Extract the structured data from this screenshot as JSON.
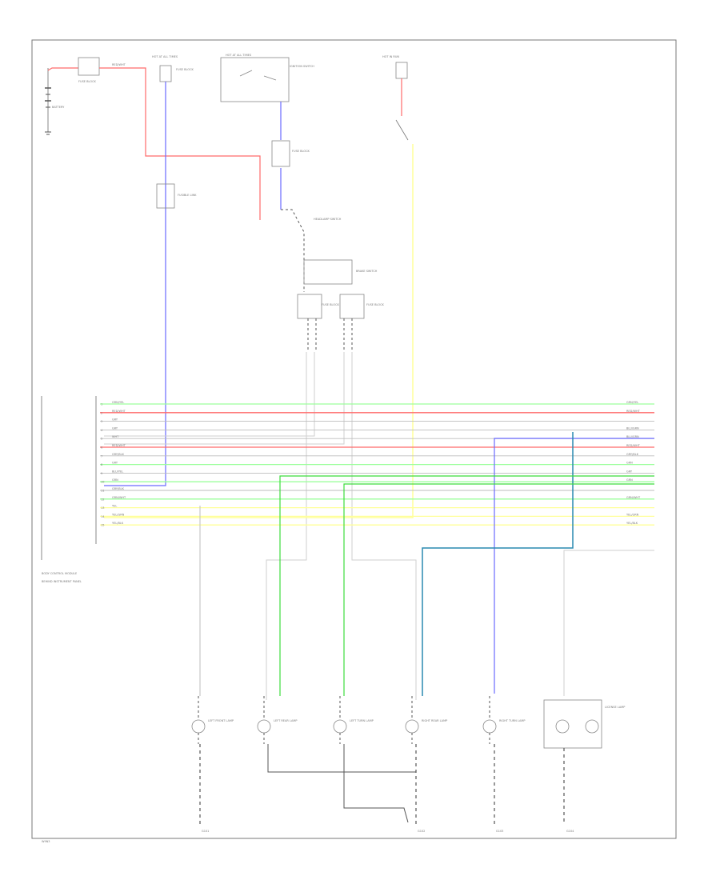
{
  "colors": {
    "red": "#ff6a6a",
    "blue": "#6a6aff",
    "green": "#9cff9c",
    "green_dark": "#3cdc3c",
    "yellow": "#ffff9a",
    "teal": "#2a8ab0",
    "gray": "#bdbdbd",
    "dark": "#555555"
  },
  "labels": {
    "top_fuse_1": "FUSE BLOCK",
    "top_fuse_2": "FUSE BLOCK",
    "hot_all_times_1": "HOT AT ALL TIMES",
    "hot_run": "HOT IN RUN",
    "ignition_switch": "IGNITION SWITCH",
    "battery": "BATTERY",
    "fuse_block_mid": "FUSE BLOCK",
    "fusible_link": "FUSIBLE LINK",
    "lamp_switch": "HEADLAMP SWITCH",
    "brake_switch": "BRAKE SWITCH",
    "fuse_block_low_1": "FUSE BLOCK",
    "fuse_block_low_2": "FUSE BLOCK",
    "module": "BODY CONTROL MODULE",
    "module_sub": "BEHIND INSTRUMENT PANEL",
    "ground_1": "G101",
    "ground_2": "G102",
    "ground_3": "G103",
    "ground_4": "G104",
    "lamp_1": "LEFT FRONT LAMP",
    "lamp_2": "LEFT REAR LAMP",
    "lamp_3": "LEFT TURN LAMP",
    "lamp_4": "RIGHT REAR LAMP",
    "lamp_5": "RIGHT TURN LAMP",
    "lamp_6": "LICENSE LAMP",
    "footer": "W9N3"
  },
  "bus_wires": [
    {
      "pin": "1",
      "name": "GRN/YEL",
      "right": "GRN/YEL",
      "color": "green"
    },
    {
      "pin": "2",
      "name": "RED/WHT",
      "right": "RED/WHT",
      "color": "red"
    },
    {
      "pin": "3",
      "name": "GRY",
      "right": "",
      "color": "gray"
    },
    {
      "pin": "4",
      "name": "GRY",
      "right": "BLU/GRN",
      "color": "gray"
    },
    {
      "pin": "5",
      "name": "WHT",
      "right": "BLU/GRN",
      "color": "gray"
    },
    {
      "pin": "6",
      "name": "RED/WHT",
      "right": "RED/WHT",
      "color": "red"
    },
    {
      "pin": "7",
      "name": "GRY/BLK",
      "right": "GRY/BLK",
      "color": "gray"
    },
    {
      "pin": "8",
      "name": "GRY",
      "right": "GRN",
      "color": "green"
    },
    {
      "pin": "9",
      "name": "BLU/YEL",
      "right": "GRY",
      "color": "gray"
    },
    {
      "pin": "10",
      "name": "GRN",
      "right": "GRN",
      "color": "green"
    },
    {
      "pin": "11",
      "name": "GRY/BLK",
      "right": "",
      "color": "gray"
    },
    {
      "pin": "12",
      "name": "GRN/WHT",
      "right": "GRN/WHT",
      "color": "green"
    },
    {
      "pin": "13",
      "name": "YEL",
      "right": "",
      "color": "yellow"
    },
    {
      "pin": "14",
      "name": "YEL/GRN",
      "right": "YEL/GRN",
      "color": "yellow"
    },
    {
      "pin": "15",
      "name": "YEL/BLK",
      "right": "YEL/BLK",
      "color": "yellow"
    }
  ]
}
